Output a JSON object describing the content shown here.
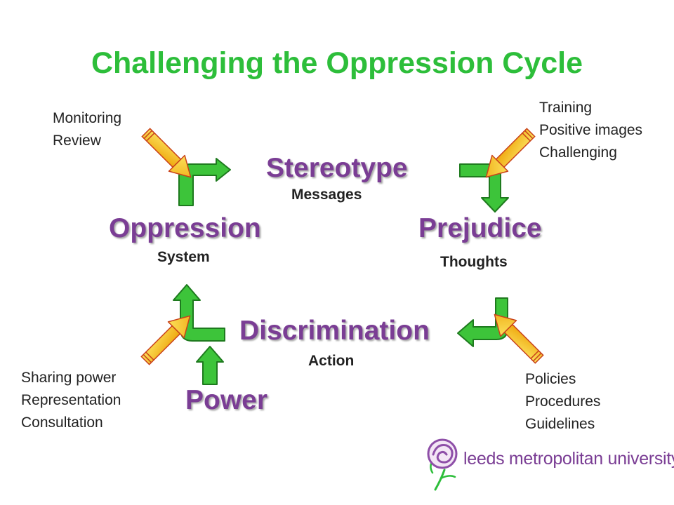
{
  "title": "Challenging the Oppression Cycle",
  "stages": {
    "stereotype": {
      "label": "Stereotype",
      "sub": "Messages"
    },
    "prejudice": {
      "label": "Prejudice",
      "sub": "Thoughts"
    },
    "discrimination": {
      "label": "Discrimination",
      "sub": "Action"
    },
    "oppression": {
      "label": "Oppression",
      "sub": "System"
    },
    "power": {
      "label": "Power"
    }
  },
  "interventions": {
    "top_left": [
      "Monitoring",
      "Review"
    ],
    "top_right": [
      "Training",
      "Positive images",
      "Challenging"
    ],
    "bottom_left": [
      "Sharing power",
      "Representation",
      "Consultation"
    ],
    "bottom_right": [
      "Policies",
      "Procedures",
      "Guidelines"
    ]
  },
  "logo": {
    "text": "leeds metropolitan university"
  },
  "colors": {
    "title": "#2DBE3A",
    "stage_text": "#7A3D94",
    "cycle_arrow": "#3DC43A",
    "intervention_arrow": "#F5C518"
  }
}
